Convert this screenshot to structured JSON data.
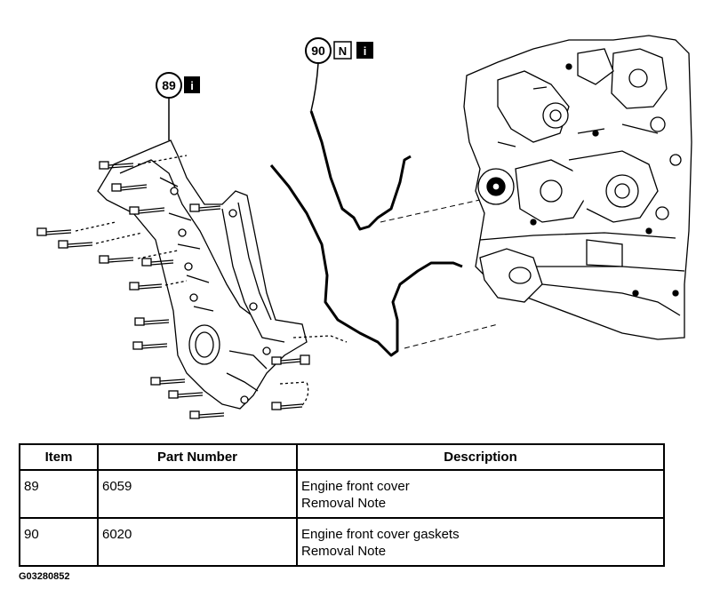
{
  "callouts": {
    "item89": {
      "number": "89",
      "badges": [
        "i"
      ]
    },
    "item90": {
      "number": "90",
      "badges": [
        "N",
        "i"
      ]
    }
  },
  "table": {
    "headers": {
      "item": "Item",
      "part_number": "Part Number",
      "description": "Description"
    },
    "rows": [
      {
        "item": "89",
        "part_number": "6059",
        "description": "Engine front cover",
        "note": "Removal Note"
      },
      {
        "item": "90",
        "part_number": "6020",
        "description": "Engine front cover gaskets",
        "note": "Removal Note"
      }
    ]
  },
  "figure_id": "G03280852"
}
